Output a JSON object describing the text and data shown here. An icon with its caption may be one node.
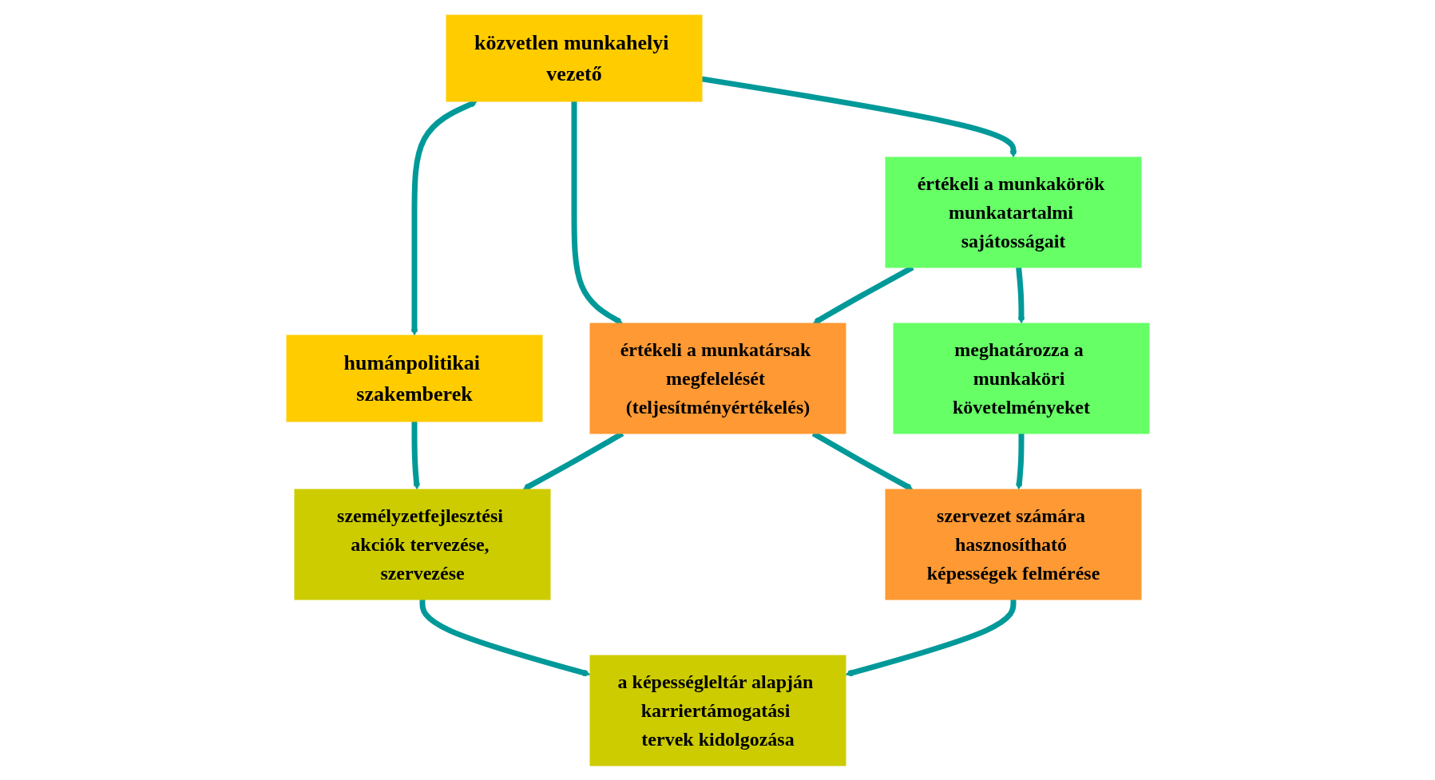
{
  "diagram": {
    "nodes": [
      {
        "text": [
          "közvetlen munkahelyi vezető"
        ]
      },
      {
        "text": [
          "humánpolitikai szakemberek"
        ]
      },
      {
        "text": [
          "értékeli a munkakörök munkatartalmi sajátosságait"
        ]
      },
      {
        "text": [
          "értékeli a munkatársak megfelelését (teljesítményértékelés)"
        ]
      },
      {
        "text": [
          "személyzetfejlesztési akciók tervezése, szervezése"
        ]
      },
      {
        "text": [
          "meghatározza a munkaköri követelményeket"
        ]
      },
      {
        "text": [
          "szervezet számára hasznosítható képességek felmérése"
        ]
      },
      {
        "text": [
          "a képességleltár alapján karriertámogatási tervek kidolgozása"
        ]
      }
    ],
    "edges": [
      {
        "from": 0,
        "to": 1,
        "arrow": "both"
      },
      {
        "from": 0,
        "to": 2,
        "arrow": "to"
      },
      {
        "from": 0,
        "to": 3,
        "arrow": "to"
      },
      {
        "from": 1,
        "to": 4,
        "arrow": "to"
      },
      {
        "from": 2,
        "to": 3,
        "arrow": "to"
      },
      {
        "from": 3,
        "to": 4,
        "arrow": "to"
      },
      {
        "from": 2,
        "to": 5,
        "arrow": "to"
      },
      {
        "from": 3,
        "to": 6,
        "arrow": "to"
      },
      {
        "from": 4,
        "to": 7,
        "arrow": "to"
      },
      {
        "from": 5,
        "to": 6,
        "arrow": "to"
      },
      {
        "from": 6,
        "to": 7,
        "arrow": "to"
      }
    ]
  }
}
